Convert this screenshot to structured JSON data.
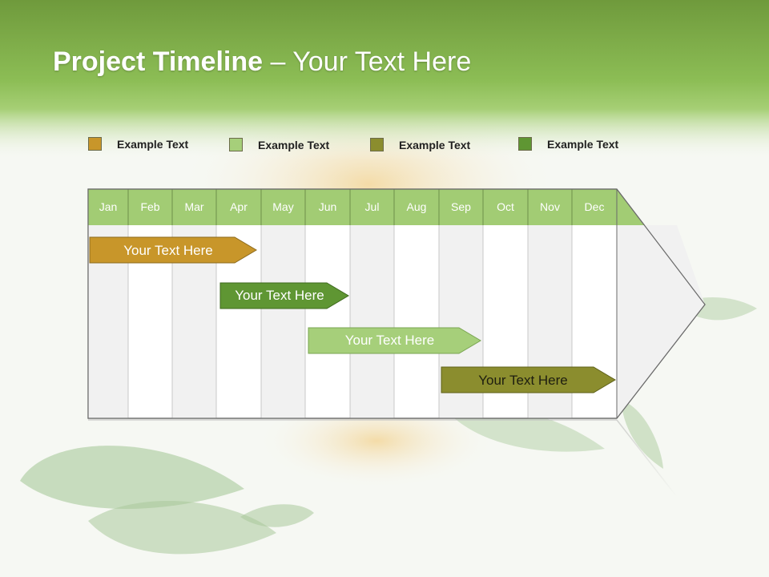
{
  "title": {
    "bold": "Project Timeline",
    "rest": " – Your Text Here"
  },
  "legend": [
    {
      "label": "Example Text",
      "color": "#c8962a"
    },
    {
      "label": "Example Text",
      "color": "#a6cf7a"
    },
    {
      "label": "Example Text",
      "color": "#8b8d2e"
    },
    {
      "label": "Example Text",
      "color": "#5f9633"
    }
  ],
  "months": [
    "Jan",
    "Feb",
    "Mar",
    "Apr",
    "May",
    "Jun",
    "Jul",
    "Aug",
    "Sep",
    "Oct",
    "Nov",
    "Dec"
  ],
  "tasks": [
    {
      "label": "Your  Text Here",
      "color": "#c8962a",
      "text_color": "#ffffff"
    },
    {
      "label": "Your  Text Here",
      "color": "#5f9633",
      "text_color": "#ffffff"
    },
    {
      "label": "Your  Text Here",
      "color": "#a6cf7a",
      "text_color": "#ffffff"
    },
    {
      "label": "Your  Text Here",
      "color": "#8b8d2e",
      "text_color": "#1e1e10"
    }
  ],
  "colors": {
    "header_green": "#8fbf58",
    "month_header": "#a2cc74",
    "grid_shade": "#f1f1f1"
  }
}
